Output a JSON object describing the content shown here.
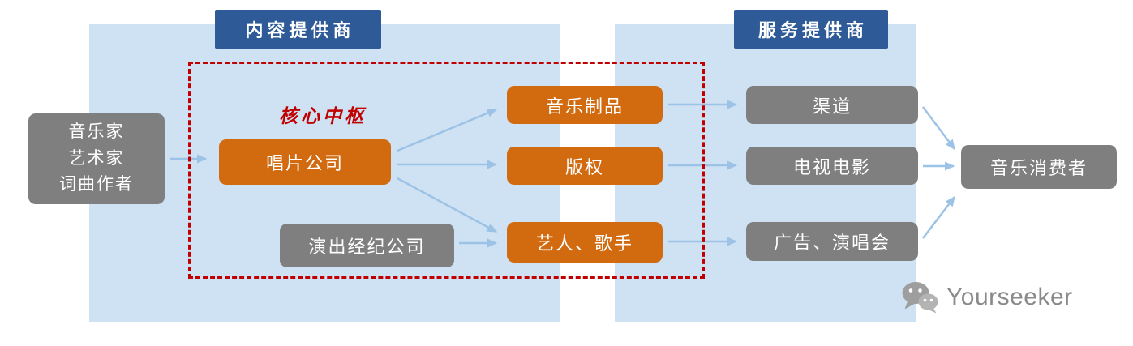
{
  "colors": {
    "panel_blue": "#cfe2f3",
    "header_blue": "#2e5b97",
    "box_orange": "#d26a10",
    "box_gray": "#7f7f7f",
    "accent_red": "#c00000",
    "arrow_blue": "#9cc3e5",
    "watermark_gray": "#8a8a8a"
  },
  "headers": {
    "content_provider": "内容提供商",
    "service_provider": "服务提供商"
  },
  "nodes": {
    "creators": [
      "音乐家",
      "艺术家",
      "词曲作者"
    ],
    "core_hub_label": "核心中枢",
    "record_company": "唱片公司",
    "performance_agency": "演出经纪公司",
    "music_products": "音乐制品",
    "copyright": "版权",
    "artists_singers": "艺人、歌手",
    "channel": "渠道",
    "tv_film": "电视电影",
    "ads_concerts": "广告、演唱会",
    "music_consumers": "音乐消费者"
  },
  "edges": [
    {
      "from": "creators",
      "to": "record_company"
    },
    {
      "from": "record_company",
      "to": "music_products"
    },
    {
      "from": "record_company",
      "to": "copyright"
    },
    {
      "from": "record_company",
      "to": "artists_singers"
    },
    {
      "from": "performance_agency",
      "to": "artists_singers"
    },
    {
      "from": "music_products",
      "to": "channel"
    },
    {
      "from": "copyright",
      "to": "tv_film"
    },
    {
      "from": "artists_singers",
      "to": "ads_concerts"
    },
    {
      "from": "channel",
      "to": "music_consumers"
    },
    {
      "from": "tv_film",
      "to": "music_consumers"
    },
    {
      "from": "ads_concerts",
      "to": "music_consumers"
    }
  ],
  "watermark": {
    "brand": "Yourseeker",
    "icon": "wechat-icon"
  }
}
